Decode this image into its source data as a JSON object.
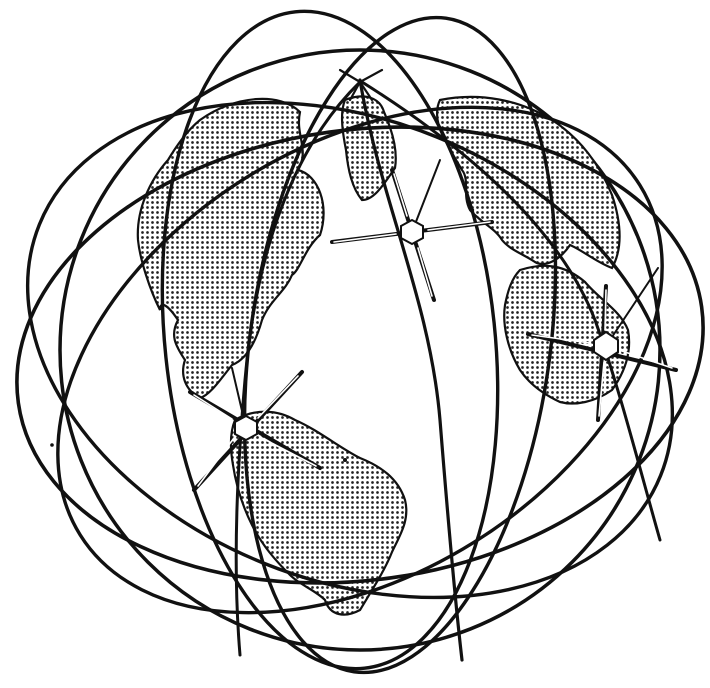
{
  "illustration": {
    "subject": "globe-with-orbits-and-satellites",
    "ink_color": "#111111",
    "background_color": "#ffffff",
    "satellite_count": 3,
    "orbit_count": 5
  }
}
